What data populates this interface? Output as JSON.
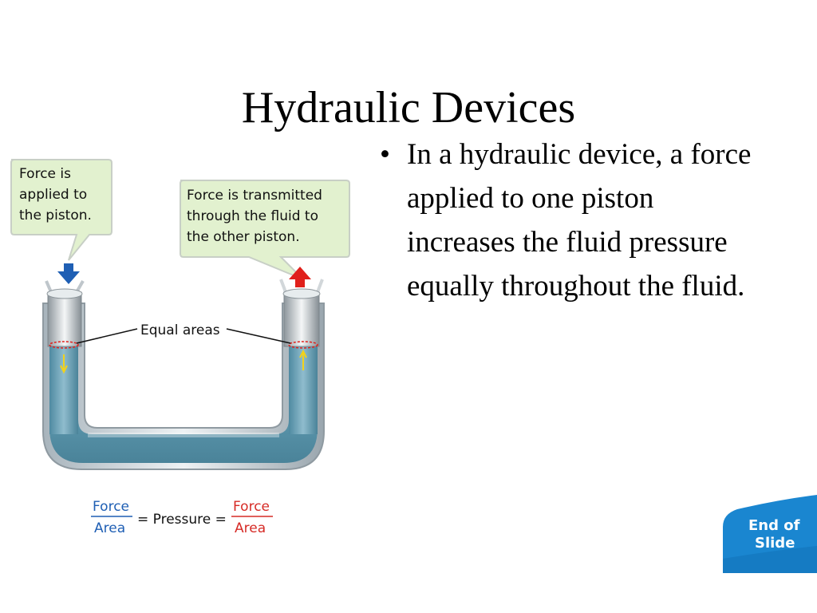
{
  "slide": {
    "title": "Hydraulic Devices",
    "bullets": [
      "In a hydraulic device, a force applied to one piston increases the fluid pressure equally throughout the fluid."
    ]
  },
  "diagram": {
    "callout_left": [
      "Force is",
      "applied to",
      "the piston."
    ],
    "callout_right": [
      "Force is transmitted",
      "through the fluid to",
      "the other piston."
    ],
    "equal_areas_label": "Equal areas",
    "equation": {
      "left_numerator": "Force",
      "left_denominator": "Area",
      "middle": "= Pressure =",
      "right_numerator": "Force",
      "right_denominator": "Area"
    },
    "colors": {
      "fluid": "#5f9ab0",
      "callout_bg": "#e2f1cf",
      "arrow_down": "#1f5fb4",
      "arrow_up": "#e0201b",
      "force_left": "#1f5fb4",
      "force_right": "#d62b26"
    }
  },
  "badge": {
    "line1": "End of",
    "line2": "Slide",
    "color": "#1a86d0"
  }
}
